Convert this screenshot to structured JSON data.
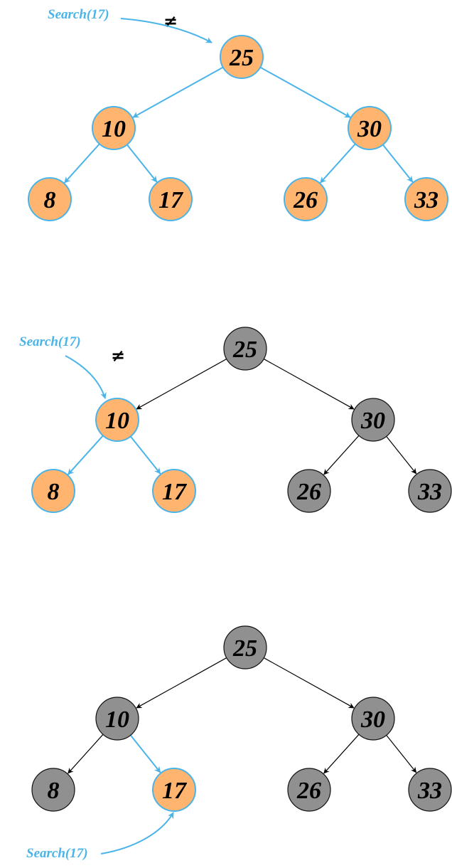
{
  "colors": {
    "active_fill": "#FFB570",
    "active_stroke": "#4AB4E8",
    "inactive_fill": "#909090",
    "inactive_stroke": "#111111",
    "search_text": "#4AB4E8",
    "inactive_edge": "#000000"
  },
  "panels": [
    {
      "search_label": "Search(17)",
      "neq_symbol": "≠",
      "nodes": [
        {
          "id": "25",
          "label": "25",
          "state": "active"
        },
        {
          "id": "10",
          "label": "10",
          "state": "active"
        },
        {
          "id": "30",
          "label": "30",
          "state": "active"
        },
        {
          "id": "8",
          "label": "8",
          "state": "active"
        },
        {
          "id": "17",
          "label": "17",
          "state": "active"
        },
        {
          "id": "26",
          "label": "26",
          "state": "active"
        },
        {
          "id": "33",
          "label": "33",
          "state": "active"
        }
      ],
      "edges": [
        {
          "from": "25",
          "to": "10",
          "state": "active"
        },
        {
          "from": "25",
          "to": "30",
          "state": "active"
        },
        {
          "from": "10",
          "to": "8",
          "state": "active"
        },
        {
          "from": "10",
          "to": "17",
          "state": "active"
        },
        {
          "from": "30",
          "to": "26",
          "state": "active"
        },
        {
          "from": "30",
          "to": "33",
          "state": "active"
        }
      ]
    },
    {
      "search_label": "Search(17)",
      "neq_symbol": "≠",
      "nodes": [
        {
          "id": "25",
          "label": "25",
          "state": "inactive"
        },
        {
          "id": "10",
          "label": "10",
          "state": "active"
        },
        {
          "id": "30",
          "label": "30",
          "state": "inactive"
        },
        {
          "id": "8",
          "label": "8",
          "state": "active"
        },
        {
          "id": "17",
          "label": "17",
          "state": "active"
        },
        {
          "id": "26",
          "label": "26",
          "state": "inactive"
        },
        {
          "id": "33",
          "label": "33",
          "state": "inactive"
        }
      ],
      "edges": [
        {
          "from": "25",
          "to": "10",
          "state": "inactive"
        },
        {
          "from": "25",
          "to": "30",
          "state": "inactive"
        },
        {
          "from": "10",
          "to": "8",
          "state": "active"
        },
        {
          "from": "10",
          "to": "17",
          "state": "active"
        },
        {
          "from": "30",
          "to": "26",
          "state": "inactive"
        },
        {
          "from": "30",
          "to": "33",
          "state": "inactive"
        }
      ]
    },
    {
      "search_label": "Search(17)",
      "nodes": [
        {
          "id": "25",
          "label": "25",
          "state": "inactive"
        },
        {
          "id": "10",
          "label": "10",
          "state": "inactive"
        },
        {
          "id": "30",
          "label": "30",
          "state": "inactive"
        },
        {
          "id": "8",
          "label": "8",
          "state": "inactive"
        },
        {
          "id": "17",
          "label": "17",
          "state": "active"
        },
        {
          "id": "26",
          "label": "26",
          "state": "inactive"
        },
        {
          "id": "33",
          "label": "33",
          "state": "inactive"
        }
      ],
      "edges": [
        {
          "from": "25",
          "to": "10",
          "state": "inactive"
        },
        {
          "from": "25",
          "to": "30",
          "state": "inactive"
        },
        {
          "from": "10",
          "to": "8",
          "state": "inactive"
        },
        {
          "from": "10",
          "to": "17",
          "state": "active"
        },
        {
          "from": "30",
          "to": "26",
          "state": "inactive"
        },
        {
          "from": "30",
          "to": "33",
          "state": "inactive"
        }
      ]
    }
  ]
}
